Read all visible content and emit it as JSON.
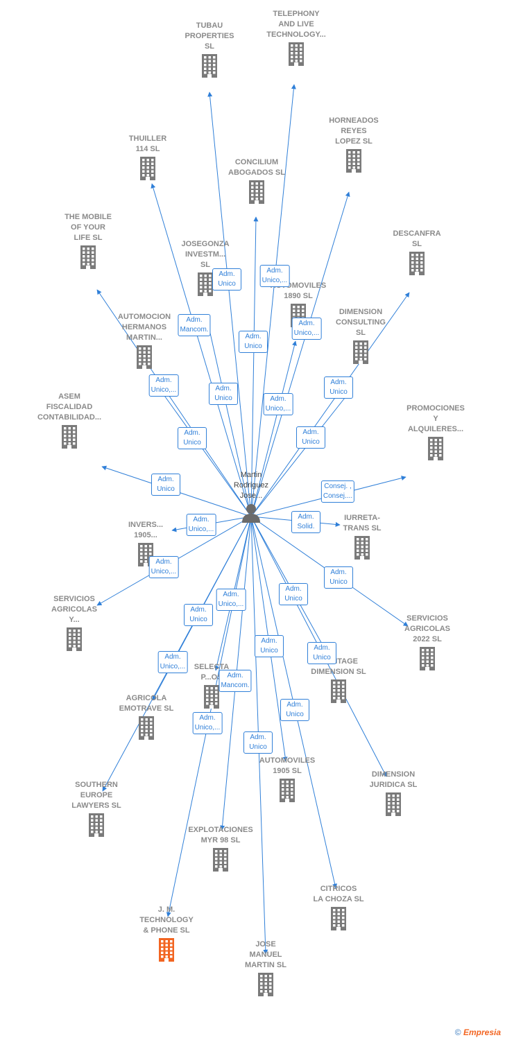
{
  "center": {
    "label": "Martin\nRodriguez\nJose..."
  },
  "companies": [
    {
      "id": "tubau",
      "label": "TUBAU\nPROPERTIES\nSL"
    },
    {
      "id": "telephony",
      "label": "TELEPHONY\nAND LIVE\nTECHNOLOGY..."
    },
    {
      "id": "thuiller",
      "label": "THUILLER\n114 SL"
    },
    {
      "id": "horneados",
      "label": "HORNEADOS\nREYES\nLOPEZ SL"
    },
    {
      "id": "concilium",
      "label": "CONCILIUM\nABOGADOS SL"
    },
    {
      "id": "mobile",
      "label": "THE MOBILE\nOF YOUR\nLIFE SL"
    },
    {
      "id": "descanfra",
      "label": "DESCANFRA\nSL"
    },
    {
      "id": "josegonza",
      "label": "JOSEGONZA\nINVESTM...\nSL"
    },
    {
      "id": "automoviles1890",
      "label": "AUTOMOVILES\n1890 SL"
    },
    {
      "id": "automocion",
      "label": "AUTOMOCION\nHERMANOS\nMARTIN..."
    },
    {
      "id": "dimensionconsulting",
      "label": "DIMENSION\nCONSULTING\nSL"
    },
    {
      "id": "asem",
      "label": "ASEM\nFISCALIDAD\nCONTABILIDAD..."
    },
    {
      "id": "promociones",
      "label": "PROMOCIONES\nY\nALQUILERES..."
    },
    {
      "id": "inversiones",
      "label": "INVERS...\n1905..."
    },
    {
      "id": "iurreta",
      "label": "IURRETA-\nTRANS SL"
    },
    {
      "id": "servagricolas",
      "label": "SERVICIOS\nAGRICOLAS\nY..."
    },
    {
      "id": "servagricolas2022",
      "label": "SERVICIOS\nAGRICOLAS\n2022 SL"
    },
    {
      "id": "selecta",
      "label": "SELECTA\nP...OS"
    },
    {
      "id": "heritage",
      "label": "HERITAGE\nDIMENSION SL"
    },
    {
      "id": "agricola",
      "label": "AGRICOLA\nEMOTRAVE SL"
    },
    {
      "id": "dimensionjuridica",
      "label": "DIMENSION\nJURIDICA SL"
    },
    {
      "id": "automoviles1905",
      "label": "AUTOMOVILES\n1905 SL"
    },
    {
      "id": "southern",
      "label": "SOUTHERN\nEUROPE\nLAWYERS SL"
    },
    {
      "id": "explotaciones",
      "label": "EXPLOTACIONES\nMYR 98 SL"
    },
    {
      "id": "citricos",
      "label": "CITRICOS\nLA CHOZA SL"
    },
    {
      "id": "jm",
      "label": "J. M.\nTECHNOLOGY\n& PHONE SL",
      "highlight": true
    },
    {
      "id": "josemanuel",
      "label": "JOSE\nMANUEL\nMARTIN SL"
    }
  ],
  "edge_labels": [
    {
      "target": "tubau",
      "text": "Adm.\nUnico"
    },
    {
      "target": "telephony",
      "text": "Adm.\nUnico,..."
    },
    {
      "target": "thuiller",
      "text": "Adm.\nMancom."
    },
    {
      "target": "horneados",
      "text": "Adm.\nUnico,..."
    },
    {
      "target": "concilium",
      "text": "Adm.\nUnico"
    },
    {
      "target": "mobile",
      "text": "Adm.\nUnico,..."
    },
    {
      "target": "descanfra",
      "text": "Adm.\nUnico"
    },
    {
      "target": "josegonza",
      "text": "Adm.\nUnico"
    },
    {
      "target": "automoviles1890",
      "text": "Adm.\nUnico,..."
    },
    {
      "target": "automocion",
      "text": "Adm.\nUnico"
    },
    {
      "target": "dimensionconsulting",
      "text": "Adm.\nUnico"
    },
    {
      "target": "asem",
      "text": "Adm.\nUnico"
    },
    {
      "target": "promociones",
      "text": "Consej. ,\nConsej...."
    },
    {
      "target": "inversiones",
      "text": "Adm.\nUnico,..."
    },
    {
      "target": "iurreta",
      "text": "Adm.\nSolid."
    },
    {
      "target": "servagricolas",
      "text": "Adm.\nUnico,..."
    },
    {
      "target": "servagricolas2022",
      "text": "Adm.\nUnico"
    },
    {
      "target": "selecta",
      "text": "Adm.\nUnico,..."
    },
    {
      "target": "heritage",
      "text": "Adm.\nUnico"
    },
    {
      "target": "agricola",
      "text": "Adm.\nUnico"
    },
    {
      "target": "dimensionjuridica",
      "text": "Adm.\nUnico"
    },
    {
      "target": "automoviles1905",
      "text": "Adm.\nUnico"
    },
    {
      "target": "southern",
      "text": "Adm.\nUnico,..."
    },
    {
      "target": "explotaciones",
      "text": "Adm.\nMancom."
    },
    {
      "target": "citricos",
      "text": "Adm.\nUnico"
    },
    {
      "target": "jm",
      "text": "Adm.\nUnico,..."
    },
    {
      "target": "josemanuel",
      "text": "Adm.\nUnico"
    }
  ],
  "colors": {
    "edge": "#2f7fd8",
    "building": "#7a7a7a",
    "highlight": "#f26522",
    "person": "#6b6b6b"
  },
  "brand": {
    "symbol": "©",
    "name": "Empresia"
  }
}
